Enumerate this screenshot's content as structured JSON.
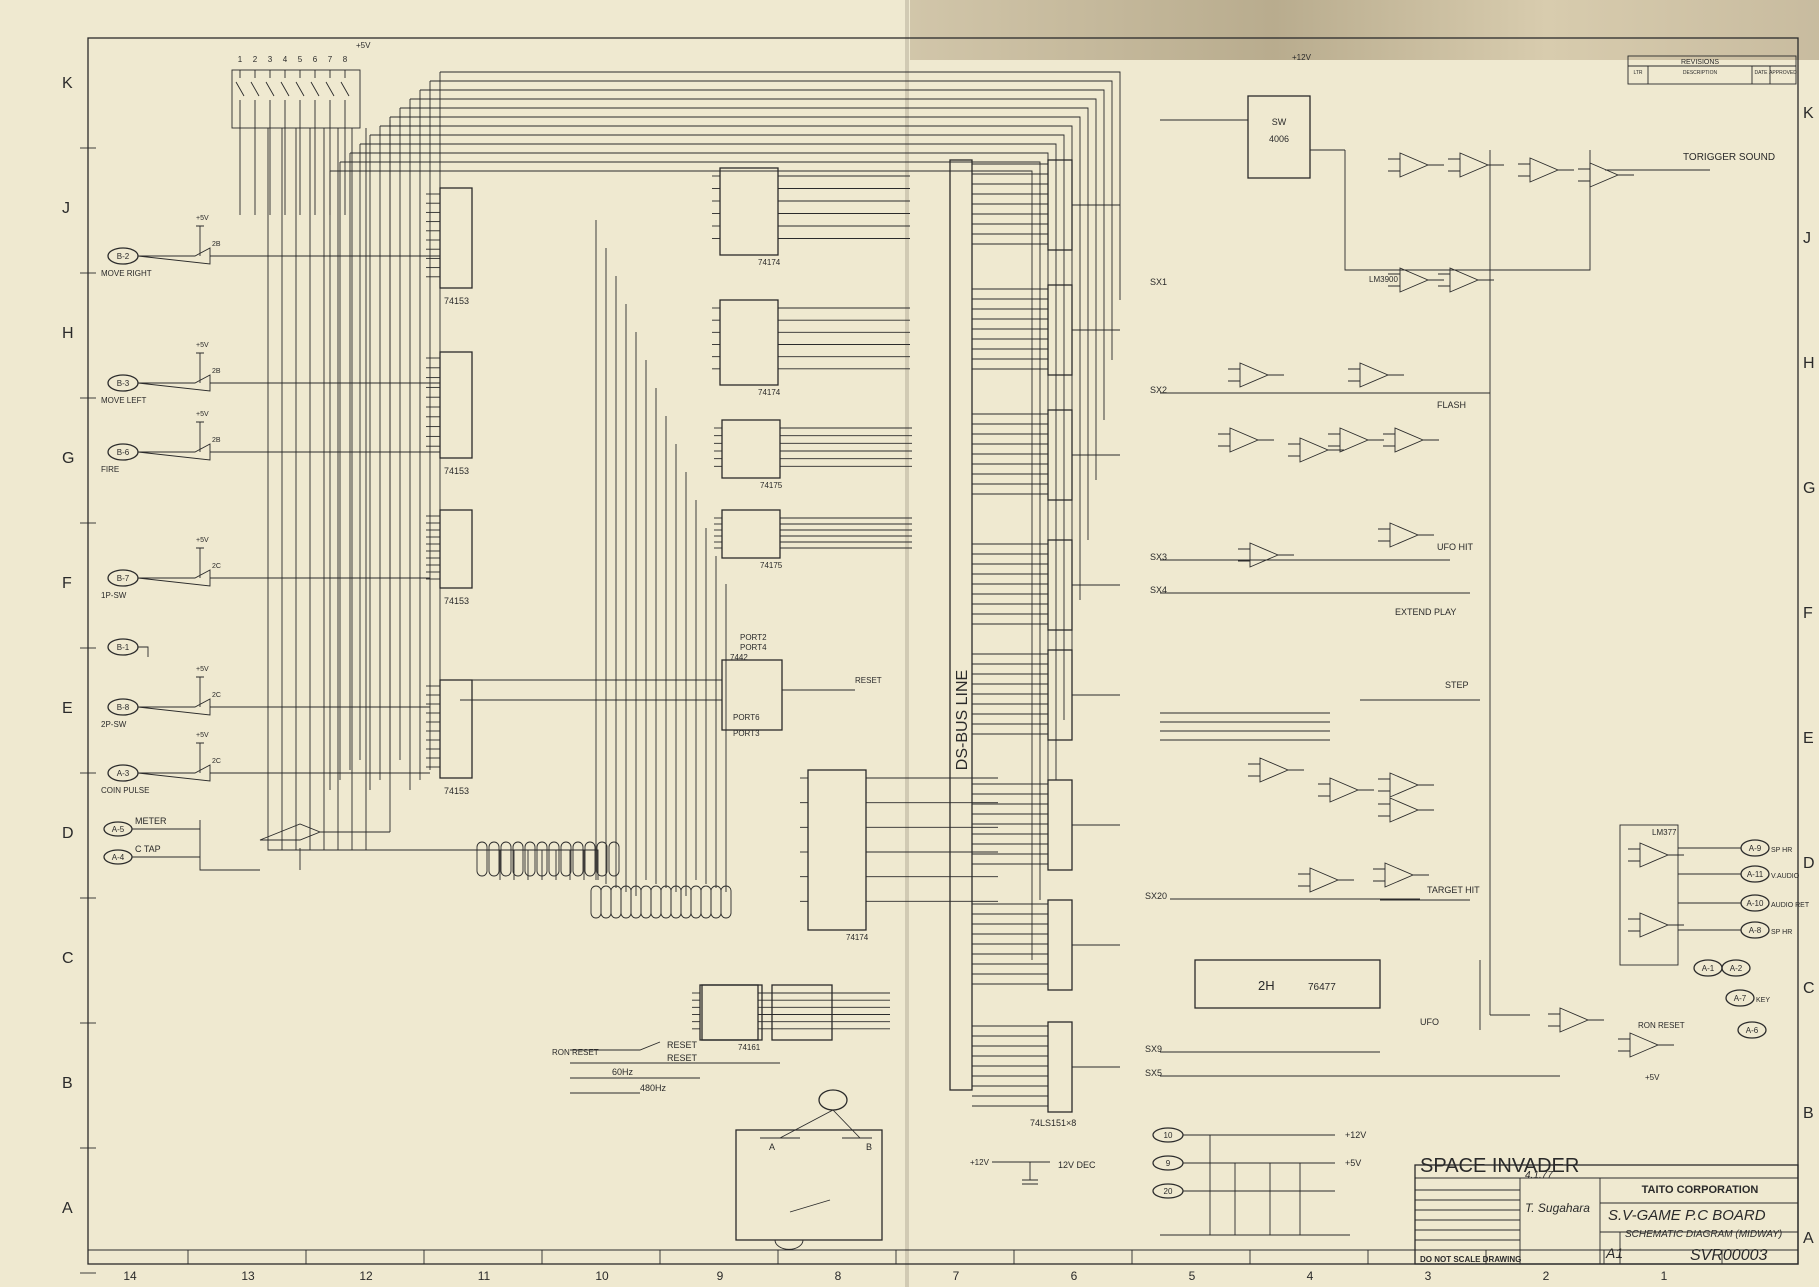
{
  "border": {
    "row_letters": [
      "K",
      "J",
      "H",
      "G",
      "F",
      "E",
      "D",
      "C",
      "B",
      "A"
    ],
    "col_numbers": [
      "14",
      "13",
      "12",
      "11",
      "10",
      "9",
      "8",
      "7",
      "6",
      "5",
      "4",
      "3",
      "2",
      "1"
    ]
  },
  "revisions": {
    "title": "REVISIONS",
    "col_ltr": "LTR",
    "col_desc": "DESCRIPTION",
    "col_date": "DATE",
    "col_approved": "APPROVED"
  },
  "inputs": [
    {
      "conn": "B-2",
      "label": "MOVE RIGHT",
      "gate": "2B"
    },
    {
      "conn": "B-3",
      "label": "MOVE LEFT",
      "gate": "2B"
    },
    {
      "conn": "B-6",
      "label": "FIRE",
      "gate": "2B"
    },
    {
      "conn": "B-7",
      "label": "1P-SW",
      "gate": "2C"
    },
    {
      "conn": "B-1",
      "label": "",
      "gate": ""
    },
    {
      "conn": "B-8",
      "label": "2P-SW",
      "gate": "2C"
    },
    {
      "conn": "A-3",
      "label": "COIN PULSE",
      "gate": "2C"
    }
  ],
  "meter": {
    "conn_a5": "A-5",
    "label_meter": "METER",
    "conn_a4": "A-4",
    "label_ctap": "C TAP"
  },
  "switch_header": {
    "supply": "+5V",
    "pins": [
      "1",
      "2",
      "3",
      "4",
      "5",
      "6",
      "7",
      "8"
    ]
  },
  "chips_left": [
    "74153",
    "74153",
    "74153",
    "74153"
  ],
  "chips_mid": [
    "74174",
    "74174",
    "74175",
    "74175",
    "74174",
    "74161"
  ],
  "chip_labels": {
    "port2": "PORT2",
    "port4": "PORT4",
    "port6": "PORT6",
    "port3": "PORT3",
    "reset": "RESET",
    "c442": "7442"
  },
  "bus_label": "DS-BUS LINE",
  "mux_chip": "74LS151×8",
  "bottom_mid": {
    "ron_reset": "RON RESET",
    "reset1": "RESET",
    "reset2": "RESET",
    "f50": "60Hz",
    "f480": "480Hz",
    "conn_a": "A",
    "conn_b": "B"
  },
  "power_mid": {
    "v12": "+12V",
    "label": "12V DEC"
  },
  "power_conn": [
    {
      "pin": "10",
      "label": "+12V"
    },
    {
      "pin": "9",
      "label": "+5V"
    },
    {
      "pin": "20",
      "label": ""
    }
  ],
  "sound_labels": {
    "trigger": "TORIGGER SOUND",
    "sx1": "SX1",
    "sx2": "SX2",
    "flash": "FLASH",
    "sx3": "SX3",
    "ufo_hit": "UFO HIT",
    "sx4": "SX4",
    "extend": "EXTEND PLAY",
    "step": "STEP",
    "sx20": "SX20",
    "target_hit": "TARGET HIT",
    "sx9": "SX9",
    "ufo": "UFO",
    "sx5": "SX5",
    "ron_reset": "RON RESET",
    "chip_4006": "4006",
    "chip_lm3900": "LM3900",
    "chip_2h": "2H",
    "chip_76477": "76477",
    "chip_lm377": "LM377",
    "supply": "+12V",
    "supply5": "+5V"
  },
  "outputs": [
    {
      "conn": "A-9",
      "label": "SP HR"
    },
    {
      "conn": "A-11",
      "label": "V.AUDIO"
    },
    {
      "conn": "A-10",
      "label": "AUDIO RET"
    },
    {
      "conn": "A-8",
      "label": "SP HR"
    },
    {
      "conn": "A-1",
      "label": ""
    },
    {
      "conn": "A-2",
      "label": ""
    },
    {
      "conn": "A-7",
      "label": "KEY"
    },
    {
      "conn": "A-6",
      "label": ""
    }
  ],
  "title_block": {
    "name": "SPACE INVADER",
    "company": "TAITO CORPORATION",
    "board": "S.V-GAME P.C BOARD",
    "subtitle": "SCHEMATIC DIAGRAM (MIDWAY)",
    "size": "A1",
    "dwg_no": "SVR00003",
    "drawn": "T. Sugahara",
    "date": "4.1.77",
    "note": "DO NOT SCALE DRAWING"
  },
  "colors": {
    "paper": "#efe9d0",
    "ink": "#2b2b2b"
  }
}
